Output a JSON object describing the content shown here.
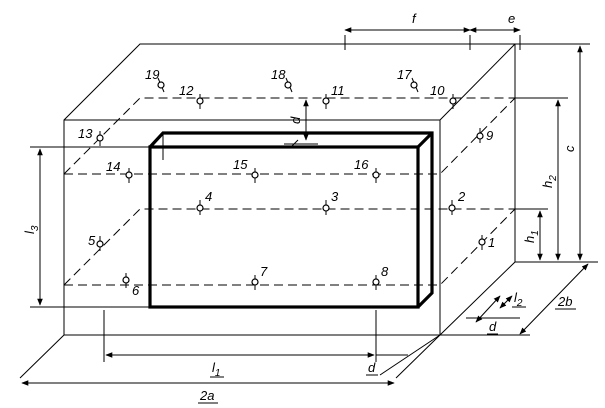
{
  "diagram": {
    "point_labels": [
      "1",
      "2",
      "3",
      "4",
      "5",
      "6",
      "7",
      "8",
      "9",
      "10",
      "11",
      "12",
      "13",
      "14",
      "15",
      "16",
      "17",
      "18",
      "19"
    ],
    "dimension_labels": {
      "f": "f",
      "e": "e",
      "c": "c",
      "h2_base": "h",
      "h2_sub": "2",
      "h1_base": "h",
      "h1_sub": "1",
      "l3_base": "l",
      "l3_sub": "3",
      "l1_base": "l",
      "l1_sub": "1",
      "l2_base": "l",
      "l2_sub": "2",
      "d_top": "d",
      "d_bottom": "d",
      "d_right": "d",
      "two_a": "2a",
      "two_b": "2b"
    }
  }
}
